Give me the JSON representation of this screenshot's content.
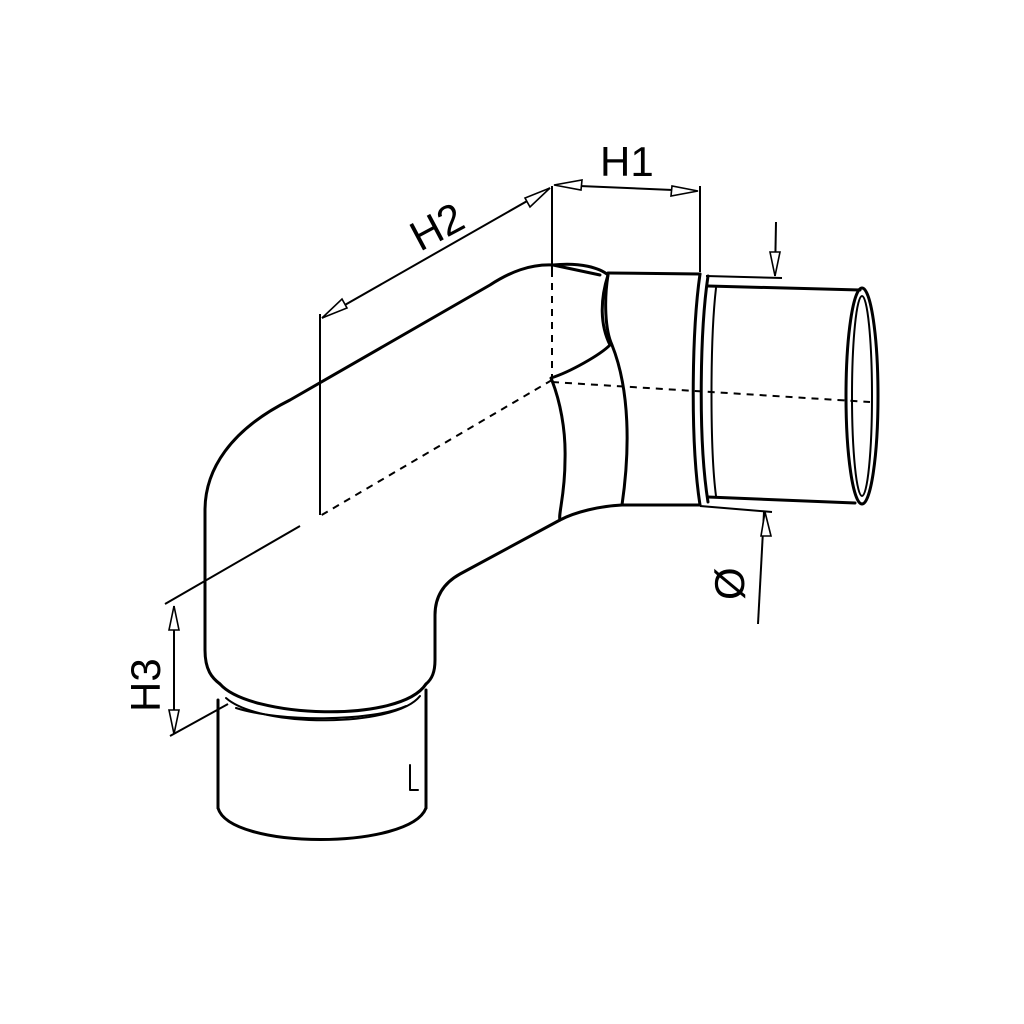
{
  "diagram": {
    "dimensions": {
      "h1_label": "H1",
      "h2_label": "H2",
      "h3_label": "H3",
      "diameter_label": "Ø"
    },
    "colors": {
      "ink": "#000000",
      "background": "#ffffff"
    }
  }
}
